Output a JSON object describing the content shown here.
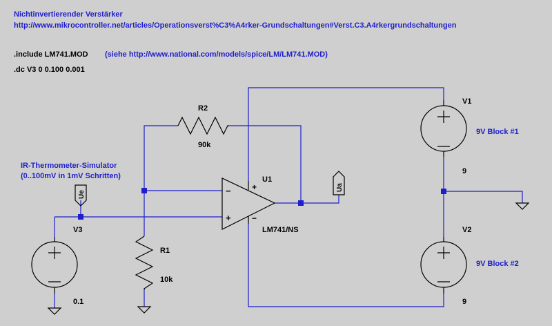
{
  "header": {
    "title": "Nichtinvertierender Verstärker",
    "url": "http://www.mikrocontroller.net/articles/Operationsverst%C3%A4rker-Grundschaltungen#Verst.C3.A4rkergrundschaltungen"
  },
  "directives": {
    "include": ".include LM741.MOD",
    "include_note": "(siehe http://www.national.com/models/spice/LM/LM741.MOD)",
    "dc": ".dc V3 0 0.100 0.001"
  },
  "simulator_label": {
    "line1": "IR-Thermometer-Simulator",
    "line2": "(0..100mV in 1mV Schritten)"
  },
  "components": {
    "r2": {
      "name": "R2",
      "value": "90k"
    },
    "r1": {
      "name": "R1",
      "value": "10k"
    },
    "u1": {
      "name": "U1",
      "model": "LM741/NS"
    },
    "v1": {
      "name": "V1",
      "label": "9V Block #1",
      "value": "9"
    },
    "v2": {
      "name": "V2",
      "label": "9V Block #2",
      "value": "9"
    },
    "v3": {
      "name": "V3",
      "value": "0.1"
    }
  },
  "net_labels": {
    "input": "Ue",
    "output": "Ua"
  },
  "opamp_pins": {
    "plus": "+",
    "minus": "−"
  },
  "colors": {
    "background": "#cfcfcf",
    "wire": "#1e1ecc",
    "component": "#000000"
  }
}
